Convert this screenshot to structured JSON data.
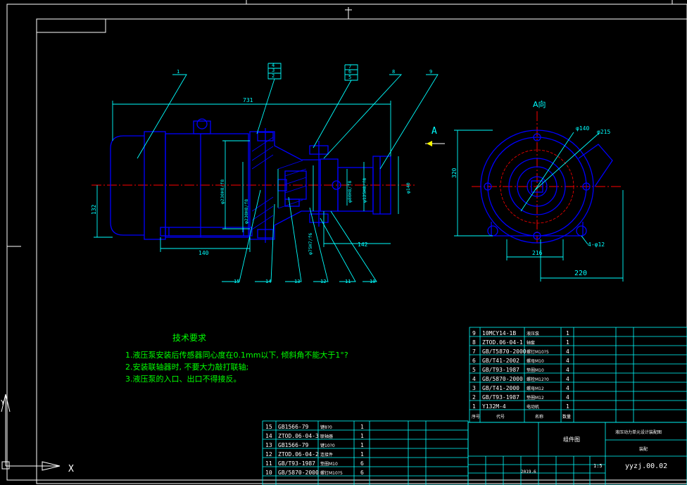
{
  "colors": {
    "background": "#000000",
    "frame": "#ffffff",
    "outline": "#0000ff",
    "dimension": "#00ffff",
    "centerline": "#ff0000",
    "notes": "#00ff00",
    "table_text": "#ffffff",
    "table_grid": "#00ffff",
    "cursor": "#ffffff"
  },
  "front_view": {
    "dim_overall": "731",
    "dim_height": "132",
    "dim_base": "140",
    "dim_right": "142",
    "dim_d_housing": "φ230H8/f8",
    "dim_d_flange": "φ230H8/f8",
    "dim_d_inner1": "φ75H7/f6",
    "dim_d_inner2": "φ80H8/f8",
    "dim_d_outlet": "φ125H8/f8",
    "dim_d_end": "φ140"
  },
  "balloons": {
    "top": [
      "4",
      "3",
      "2",
      "7",
      "6",
      "5",
      "8",
      "9",
      "1"
    ],
    "bottom": [
      "15",
      "14",
      "13",
      "12",
      "11",
      "10"
    ]
  },
  "side_view": {
    "label": "A向",
    "arrow_label": "A",
    "dim_height": "320",
    "dim_d1": "φ140",
    "dim_d2": "φ215",
    "dim_bolt": "4-φ12",
    "dim_base": "216",
    "dim_width": "220"
  },
  "notes": {
    "title": "技术要求",
    "lines": [
      "1.液压泵安装后传感器同心度在0.1mm以下, 倾斜角不能大于1°?",
      "2.安装联轴器时, 不要大力敲打联轴;",
      "3.液压泵的入口、出口不得接反。"
    ]
  },
  "bom_upper": [
    {
      "no": "9",
      "code": "10MCY14-1B",
      "name": "液压泵",
      "qty": "1"
    },
    {
      "no": "8",
      "code": "ZTOD.06-04-1",
      "name": "轴套",
      "qty": "1"
    },
    {
      "no": "7",
      "code": "GB/T5870-2000",
      "name": "螺钉M10?5",
      "qty": "4"
    },
    {
      "no": "6",
      "code": "GB/T41-2002",
      "name": "螺母M10",
      "qty": "4"
    },
    {
      "no": "5",
      "code": "GB/T93-1987",
      "name": "垫圈M10",
      "qty": "4"
    },
    {
      "no": "4",
      "code": "GB/5870-2000",
      "name": "螺栓M12?0",
      "qty": "4"
    },
    {
      "no": "3",
      "code": "GB/T41-2000",
      "name": "螺母M12",
      "qty": "4"
    },
    {
      "no": "2",
      "code": "GB/T93-1987",
      "name": "垫圈M12",
      "qty": "4"
    },
    {
      "no": "1",
      "code": "Y132M-4",
      "name": "电动机",
      "qty": "1"
    }
  ],
  "bom_upper_header": [
    "序号",
    "代号",
    "名称",
    "数量"
  ],
  "bom_lower": [
    {
      "no": "15",
      "code": "GB1566-79",
      "name": "键8?0",
      "qty": "1"
    },
    {
      "no": "14",
      "code": "ZTOD.06-04-3",
      "name": "联轴器",
      "qty": "1"
    },
    {
      "no": "13",
      "code": "GB1566-79",
      "name": "键10?0",
      "qty": "1"
    },
    {
      "no": "12",
      "code": "ZTOD.06-04-2",
      "name": "连接件",
      "qty": "1"
    },
    {
      "no": "11",
      "code": "GB/T93-1987",
      "name": "垫圈M10",
      "qty": "6"
    },
    {
      "no": "10",
      "code": "GB/5870-2000",
      "name": "螺钉M10?5",
      "qty": "6"
    }
  ],
  "title_block": {
    "drawing_name": "组件图",
    "product_name": "液压动力单元设计装配图",
    "material": "装配",
    "scale": "1:5",
    "year": "2019.6",
    "drawing_no": "yyzj.00.02"
  },
  "ucs": {
    "x_label": "X",
    "y_label": "Y"
  }
}
